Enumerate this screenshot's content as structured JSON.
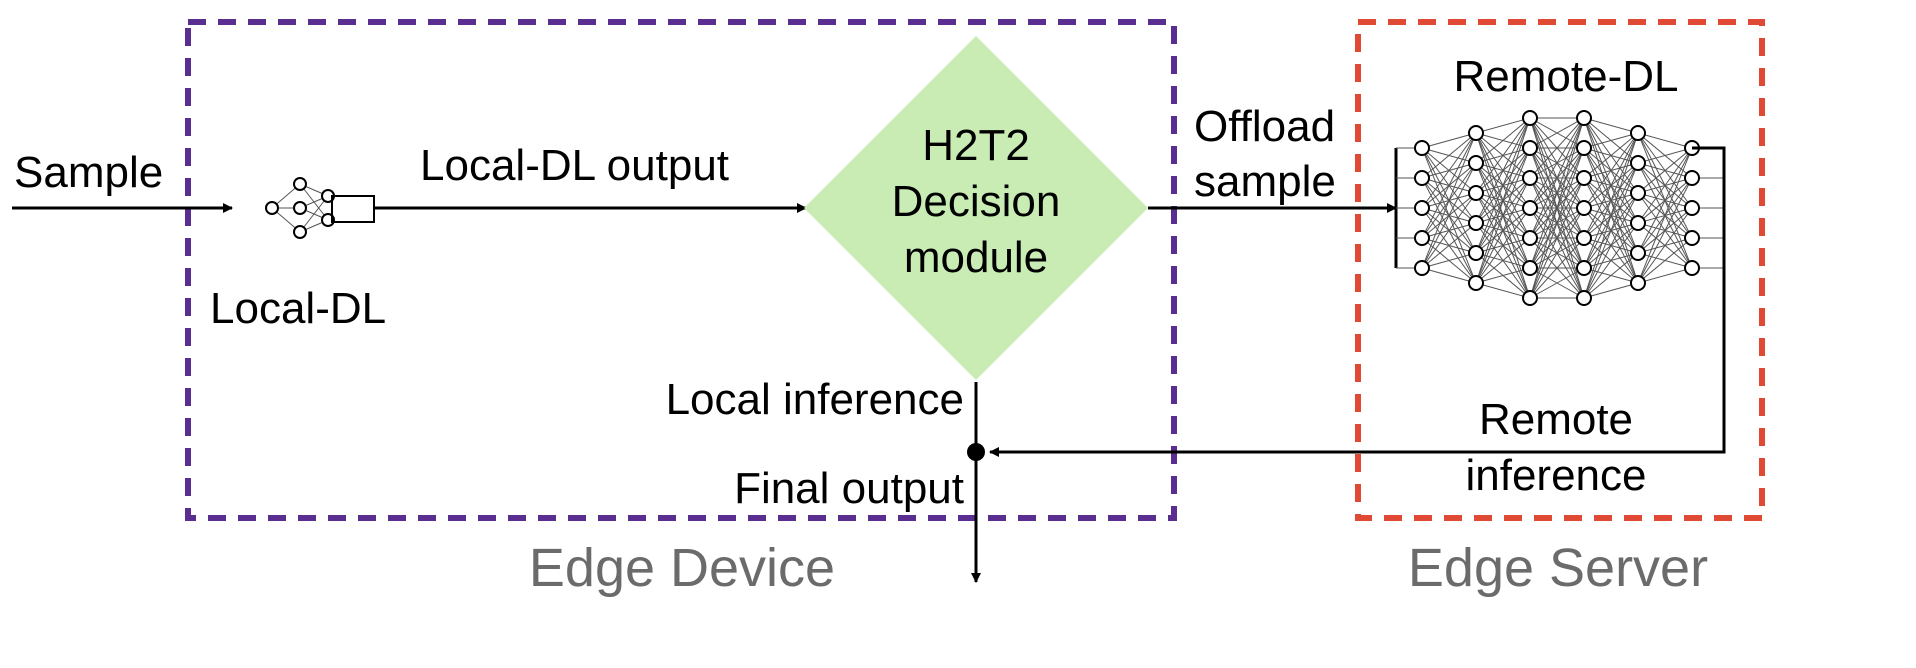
{
  "labels": {
    "sample": "Sample",
    "local_dl": "Local-DL",
    "local_dl_output": "Local-DL output",
    "decision_line1": "H2T2",
    "decision_line2": "Decision",
    "decision_line3": "module",
    "offload_line1": "Offload",
    "offload_line2": "sample",
    "remote_dl": "Remote-DL",
    "local_inference": "Local inference",
    "remote_inference_line1": "Remote",
    "remote_inference_line2": "inference",
    "final_output": "Final output",
    "edge_device": "Edge Device",
    "edge_server": "Edge Server"
  },
  "colors": {
    "edge_device_border": "#5a2d91",
    "edge_server_border": "#e04a35",
    "decision_fill": "#c9ecb4",
    "region_label": "#6b6b6b",
    "line": "#000000"
  },
  "networks": {
    "local_dl_layers": [
      1,
      3,
      2
    ],
    "remote_dl_layers": [
      5,
      6,
      7,
      7,
      6,
      5
    ]
  }
}
